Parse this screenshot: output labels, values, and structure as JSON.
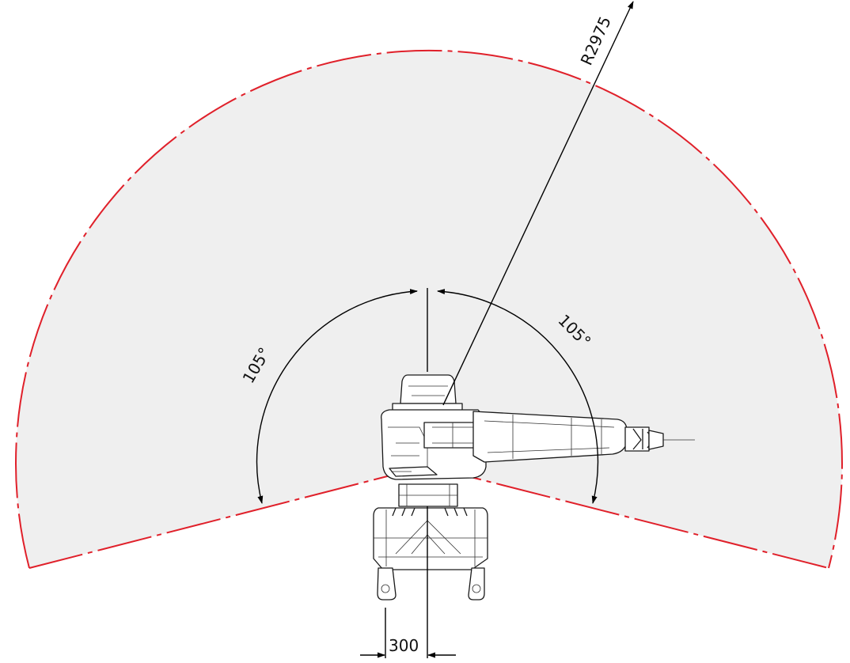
{
  "labels": {
    "radius": "R2975",
    "angle_left": "105°",
    "angle_right": "105°",
    "base_offset": "300"
  },
  "colors": {
    "zone_fill": "#efefef",
    "zone_border": "#e0202a",
    "line": "#000000"
  }
}
